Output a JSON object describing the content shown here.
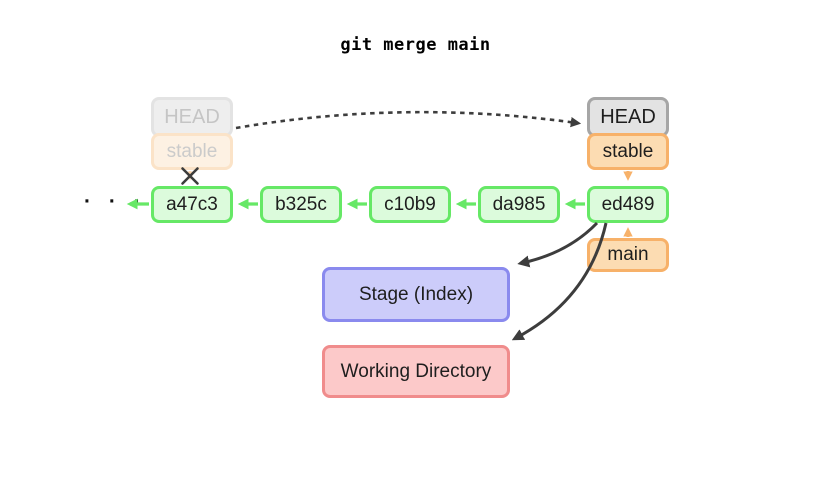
{
  "title": "git merge main",
  "diagram": {
    "old_pointer": {
      "head_label": "HEAD",
      "branch_label": "stable"
    },
    "new_pointer": {
      "head_label": "HEAD",
      "branch_label": "stable"
    },
    "commits": [
      "a47c3",
      "b325c",
      "c10b9",
      "da985",
      "ed489"
    ],
    "main_branch_label": "main",
    "stage_label": "Stage (Index)",
    "working_label": "Working Directory",
    "history_ellipsis": "· · ·"
  },
  "colors": {
    "commit_border": "#66e866",
    "commit_fill": "#dcfbdc",
    "branch_border": "#f7b169",
    "branch_fill": "#fcdcb2",
    "head_border": "#a6a6a6",
    "head_fill": "#e3e3e3",
    "faded_head_fill": "#eeeeee",
    "faded_branch_fill": "#fdf1e3",
    "stage_border": "#8a8aee",
    "stage_fill": "#ccccfa",
    "working_border": "#f08c8c",
    "working_fill": "#fcc9c9",
    "dark_arrow": "#3d3d3d"
  },
  "icons": {
    "deleted_pointer_cross": "x-cross-icon",
    "head_move_arrow": "dashed-curved-arrow-icon"
  }
}
